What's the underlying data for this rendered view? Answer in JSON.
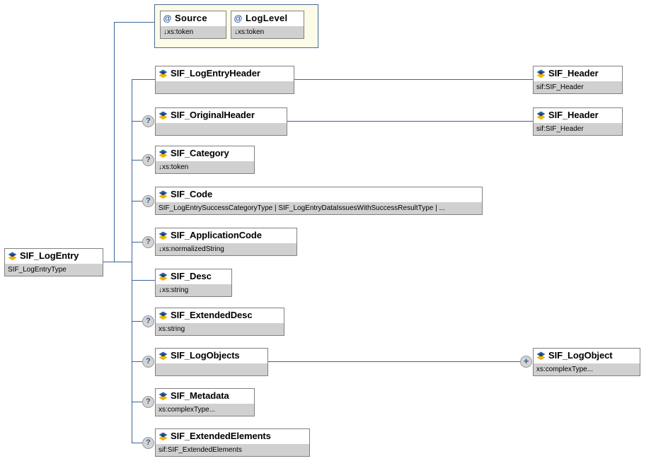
{
  "diagram": {
    "title": "SIF_LogEntry XML Schema Element Diagram",
    "type": "xsd-tree",
    "colors": {
      "connector": "#3a6597",
      "box_border": "#808080",
      "type_row_bg": "#d0d0d0",
      "attr_container_bg": "#fbfbe8",
      "attr_container_border": "#4a6b94",
      "marker_bg": "#d4d4d4",
      "marker_glyph": "#2a5a96"
    }
  },
  "root": {
    "name": "SIF_LogEntry",
    "type": "SIF_LogEntryType",
    "icon": "element-icon",
    "optional": false
  },
  "attributes_group": {
    "container_name": "attributes-container",
    "items": [
      {
        "name": "Source",
        "type": "xs:token",
        "icon": "attribute-icon",
        "arrow": "↓"
      },
      {
        "name": "LogLevel",
        "type": "xs:token",
        "icon": "attribute-icon",
        "arrow": "↓"
      }
    ]
  },
  "children": [
    {
      "name": "SIF_LogEntryHeader",
      "type": "",
      "arrow": "",
      "optional": false,
      "icon": "element-icon"
    },
    {
      "name": "SIF_OriginalHeader",
      "type": "",
      "arrow": "",
      "optional": true,
      "icon": "element-icon"
    },
    {
      "name": "SIF_Category",
      "type": "xs:token",
      "arrow": "↓",
      "optional": true,
      "icon": "element-icon"
    },
    {
      "name": "SIF_Code",
      "type": "SIF_LogEntrySuccessCategoryType | SIF_LogEntryDataIssuesWithSuccessResultType | ...",
      "arrow": "",
      "optional": true,
      "icon": "element-icon"
    },
    {
      "name": "SIF_ApplicationCode",
      "type": "xs:normalizedString",
      "arrow": "↓",
      "optional": true,
      "icon": "element-icon"
    },
    {
      "name": "SIF_Desc",
      "type": "xs:string",
      "arrow": "↓",
      "optional": false,
      "icon": "element-icon"
    },
    {
      "name": "SIF_ExtendedDesc",
      "type": "xs:string",
      "arrow": "",
      "optional": true,
      "icon": "element-icon"
    },
    {
      "name": "SIF_LogObjects",
      "type": "",
      "arrow": "",
      "optional": true,
      "icon": "element-icon"
    },
    {
      "name": "SIF_Metadata",
      "type": "xs:complexType...",
      "arrow": "",
      "optional": true,
      "icon": "element-icon"
    },
    {
      "name": "SIF_ExtendedElements",
      "type": "sif:SIF_ExtendedElements",
      "arrow": "",
      "optional": true,
      "icon": "element-icon"
    }
  ],
  "references": [
    {
      "name": "SIF_Header",
      "type": "sif:SIF_Header",
      "icon": "element-icon",
      "expandable": false,
      "marker": ""
    },
    {
      "name": "SIF_Header",
      "type": "sif:SIF_Header",
      "icon": "element-icon",
      "expandable": false,
      "marker": ""
    },
    {
      "name": "SIF_LogObject",
      "type": "xs:complexType...",
      "icon": "element-icon",
      "expandable": true,
      "marker": "+"
    }
  ]
}
